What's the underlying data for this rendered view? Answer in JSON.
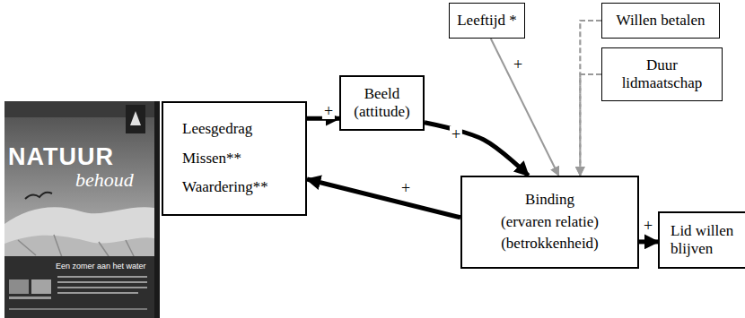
{
  "diagram": {
    "nodes": [
      {
        "text": [
          "Leesgedrag",
          "Missen**",
          "Waardering**"
        ]
      },
      {
        "text": [
          "Beeld (attitude)"
        ]
      },
      {
        "text": [
          "Leeftijd *"
        ]
      },
      {
        "text": [
          "Willen betalen"
        ]
      },
      {
        "text": [
          "Duur lidmaatschap"
        ]
      },
      {
        "text": [
          "Binding",
          "(ervaren relatie)",
          "(betrokkenheid)"
        ]
      },
      {
        "text": [
          "Lid willen blijven"
        ]
      }
    ],
    "edges": [
      {
        "from": 0,
        "to": 1,
        "arrow": "to",
        "label": "+"
      },
      {
        "from": 1,
        "to": 5,
        "arrow": "to",
        "label": "+"
      },
      {
        "from": 5,
        "to": 0,
        "arrow": "to",
        "label": "+"
      },
      {
        "from": 5,
        "to": 6,
        "arrow": "to",
        "label": "+"
      },
      {
        "from": 2,
        "to": 5,
        "arrow": "to",
        "label": "+"
      },
      {
        "from": 3,
        "to": 5,
        "arrow": "to"
      },
      {
        "from": 4,
        "to": 5,
        "arrow": "to"
      }
    ],
    "labels": [
      "NATUUR",
      "behoud",
      "Een zomer aan het water"
    ]
  }
}
